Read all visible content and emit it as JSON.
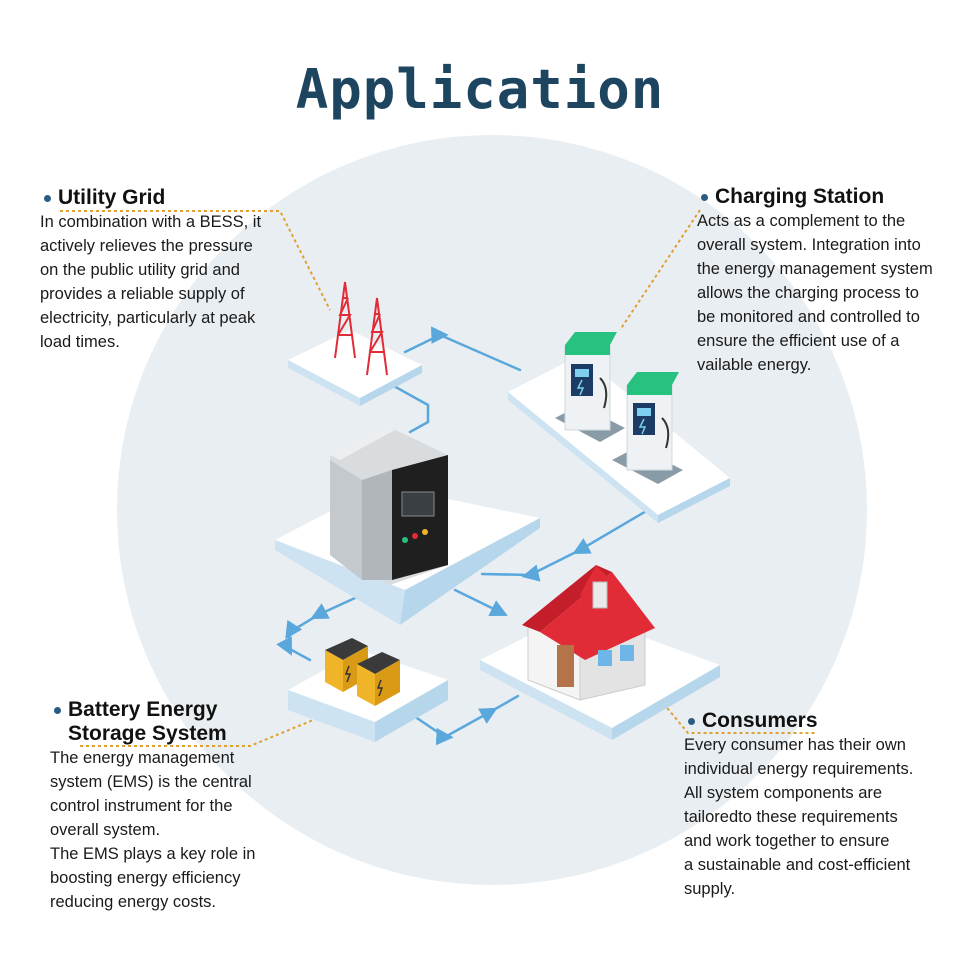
{
  "title": "Application",
  "colors": {
    "title": "#1d4560",
    "flow_line": "#5aa7dc",
    "leader_line": "#e0a030",
    "bullet": "#2a5b82",
    "circle_bg": "#e9eef2",
    "charger_top": "#27c27f",
    "roof": "#e12b37",
    "battery": "#f0b429"
  },
  "sections": {
    "utility_grid": {
      "title": "Utility Grid",
      "lines": [
        "In combination with a BESS, it",
        "actively relieves the pressure",
        "on the public utility grid and",
        "provides a reliable supply of",
        "electricity, particularly at peak",
        "load times."
      ]
    },
    "charging_station": {
      "title": "Charging Station",
      "lines": [
        "Acts as a complement to the",
        "overall system. Integration into",
        "the energy management system",
        "allows the charging process to",
        "be monitored and controlled to",
        "ensure the efficient use of a",
        "vailable energy."
      ]
    },
    "battery": {
      "title_line1": "Battery Energy",
      "title_line2": "Storage System",
      "lines": [
        "The energy management",
        "system (EMS) is the central",
        "control instrument for the",
        "overall system.",
        "The EMS plays a key role in",
        "boosting energy efficiency",
        "reducing energy costs."
      ]
    },
    "consumers": {
      "title": "Consumers",
      "lines": [
        "Every consumer has their own",
        "individual energy requirements.",
        "All system components are",
        "tailoredto these requirements",
        "and work together to ensure",
        "a sustainable and cost-efficient",
        "supply."
      ]
    }
  },
  "icons": {
    "grid": "transmission-tower-icon",
    "charger": "ev-charger-icon",
    "ems": "ems-cabinet-icon",
    "battery": "battery-pack-icon",
    "house": "house-icon"
  }
}
